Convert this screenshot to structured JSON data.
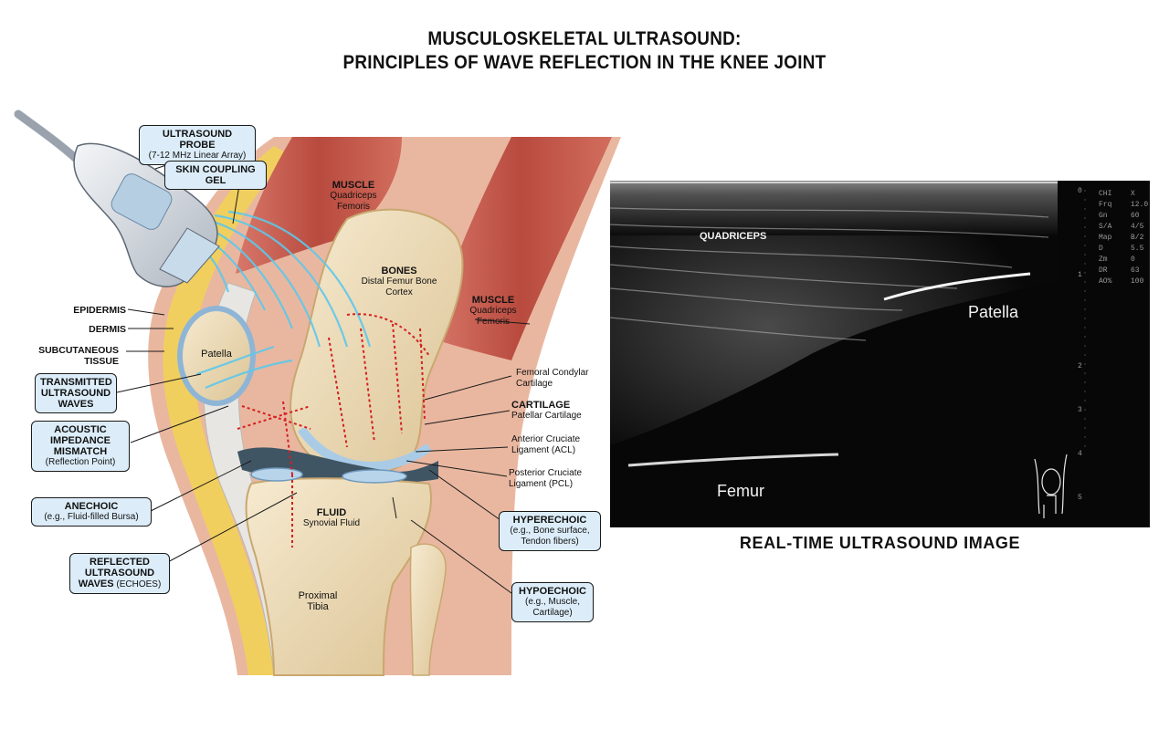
{
  "title": {
    "line1": "MUSCULOSKELETAL ULTRASOUND:",
    "line2": "PRINCIPLES OF WAVE REFLECTION IN THE KNEE JOINT"
  },
  "callouts": {
    "probe_title": "ULTRASOUND PROBE",
    "probe_sub": "(7-12 MHz Linear Array)",
    "gel": "SKIN COUPLING GEL",
    "transmitted": "TRANSMITTED ULTRASOUND WAVES",
    "impedance_title": "ACOUSTIC IMPEDANCE MISMATCH",
    "impedance_sub": "(Reflection Point)",
    "anechoic_title": "ANECHOIC",
    "anechoic_sub": "(e.g., Fluid-filled Bursa)",
    "reflected_title": "REFLECTED ULTRASOUND",
    "reflected_waves": "WAVES",
    "reflected_echoes": "(ECHOES)",
    "hyperechoic_title": "HYPERECHOIC",
    "hyperechoic_sub": "(e.g., Bone surface, Tendon fibers)",
    "hypoechoic_title": "HYPOECHOIC",
    "hypoechoic_sub": "(e.g., Muscle, Cartilage)"
  },
  "left_labels": {
    "epidermis": "EPIDERMIS",
    "dermis": "DERMIS",
    "subcutaneous": "SUBCUTANEOUS TISSUE"
  },
  "anatomy": {
    "muscle1_title": "MUSCLE",
    "muscle1_sub": "Quadriceps Femoris",
    "bones_title": "BONES",
    "bones_sub": "Distal Femur Bone Cortex",
    "muscle2_title": "MUSCLE",
    "muscle2_sub": "Quadriceps Femoris",
    "patella": "Patella",
    "fluid_title": "FLUID",
    "fluid_sub": "Synovial Fluid",
    "tibia": "Proximal Tibia"
  },
  "right_labels": {
    "condylar": "Femoral Condylar Cartilage",
    "cartilage_title": "CARTILAGE",
    "cartilage_sub": "Patellar Cartilage",
    "acl": "Anterior Cruciate Ligament (ACL)",
    "pcl": "Posterior Cruciate Ligament (PCL)"
  },
  "ultrasound": {
    "quadriceps": "QUADRICEPS",
    "patella": "Patella",
    "femur": "Femur",
    "caption": "REAL-TIME ULTRASOUND IMAGE",
    "params": [
      {
        "k": "CHI",
        "v": "X"
      },
      {
        "k": "Frq",
        "v": "12.0"
      },
      {
        "k": "Gn",
        "v": "60"
      },
      {
        "k": "S/A",
        "v": "4/5"
      },
      {
        "k": "Map",
        "v": "B/2"
      },
      {
        "k": "D",
        "v": "5.5"
      },
      {
        "k": "Zm",
        "v": "0"
      },
      {
        "k": "DR",
        "v": "63"
      },
      {
        "k": "AO%",
        "v": "100"
      }
    ],
    "depth_marks": [
      "0",
      "1",
      "2",
      "3",
      "4",
      "5"
    ]
  },
  "colors": {
    "callout_bg": "#dcedf9",
    "muscle": "#c2584a",
    "bone": "#efdfb8",
    "fat": "#f1cf5e",
    "skin": "#e8b09a",
    "wave": "#5ec8ea",
    "reflection": "#d42020"
  }
}
